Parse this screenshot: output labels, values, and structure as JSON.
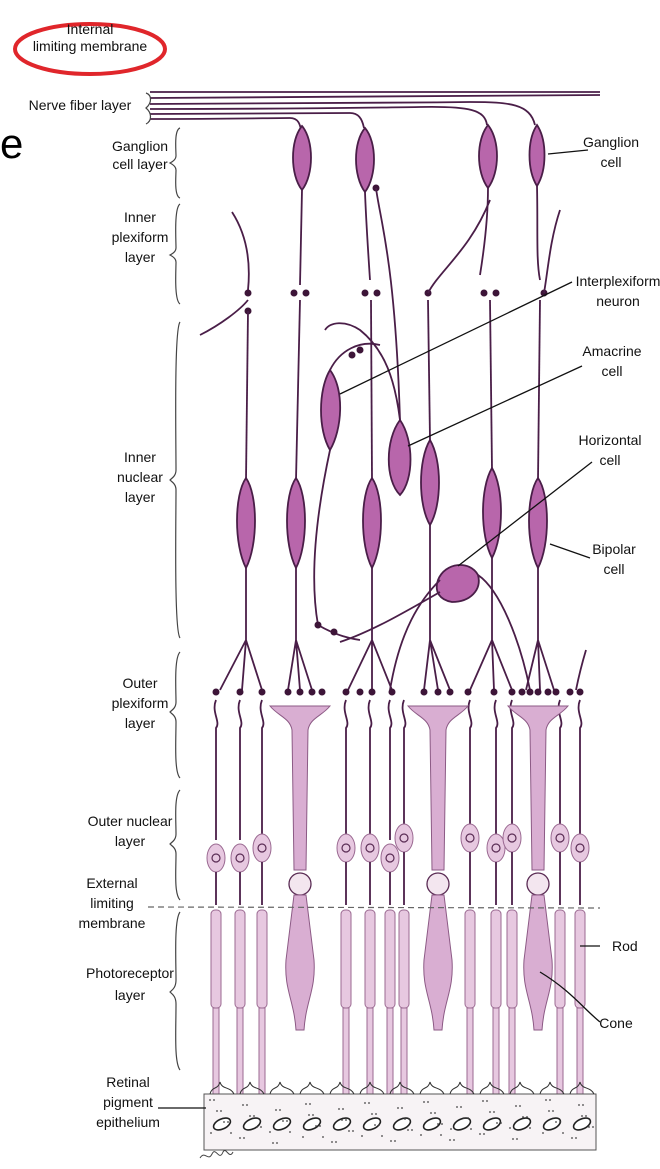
{
  "partial_text": "e",
  "layer_labels": [
    {
      "id": "internal-limiting-membrane",
      "lines": [
        "Internal",
        "limiting membrane"
      ]
    },
    {
      "id": "nerve-fiber-layer",
      "lines": [
        "Nerve fiber layer"
      ]
    },
    {
      "id": "ganglion-cell-layer",
      "lines": [
        "Ganglion",
        "cell layer"
      ]
    },
    {
      "id": "inner-plexiform-layer",
      "lines": [
        "Inner",
        "plexiform",
        "layer"
      ]
    },
    {
      "id": "inner-nuclear-layer",
      "lines": [
        "Inner",
        "nuclear",
        "layer"
      ]
    },
    {
      "id": "outer-plexiform-layer",
      "lines": [
        "Outer",
        "plexiform",
        "layer"
      ]
    },
    {
      "id": "outer-nuclear-layer",
      "lines": [
        "Outer nuclear",
        "layer"
      ]
    },
    {
      "id": "external-limiting-membrane",
      "lines": [
        "External",
        "limiting",
        "membrane"
      ]
    },
    {
      "id": "photoreceptor-layer",
      "lines": [
        "Photoreceptor",
        "layer"
      ]
    },
    {
      "id": "retinal-pigment-epithelium",
      "lines": [
        "Retinal",
        "pigment",
        "epithelium"
      ]
    }
  ],
  "cell_labels": [
    {
      "id": "ganglion-cell",
      "lines": [
        "Ganglion",
        "cell"
      ]
    },
    {
      "id": "interplexiform-neuron",
      "lines": [
        "Interplexiform",
        "neuron"
      ]
    },
    {
      "id": "amacrine-cell",
      "lines": [
        "Amacrine",
        "cell"
      ]
    },
    {
      "id": "horizontal-cell",
      "lines": [
        "Horizontal",
        "cell"
      ]
    },
    {
      "id": "bipolar-cell",
      "lines": [
        "Bipolar",
        "cell"
      ]
    },
    {
      "id": "rod",
      "lines": [
        "Rod"
      ]
    },
    {
      "id": "cone",
      "lines": [
        "Cone"
      ]
    }
  ],
  "highlight_color": "#e0262b",
  "cell_color": "#b866ab",
  "photoreceptor_color": "#e7c8e0"
}
